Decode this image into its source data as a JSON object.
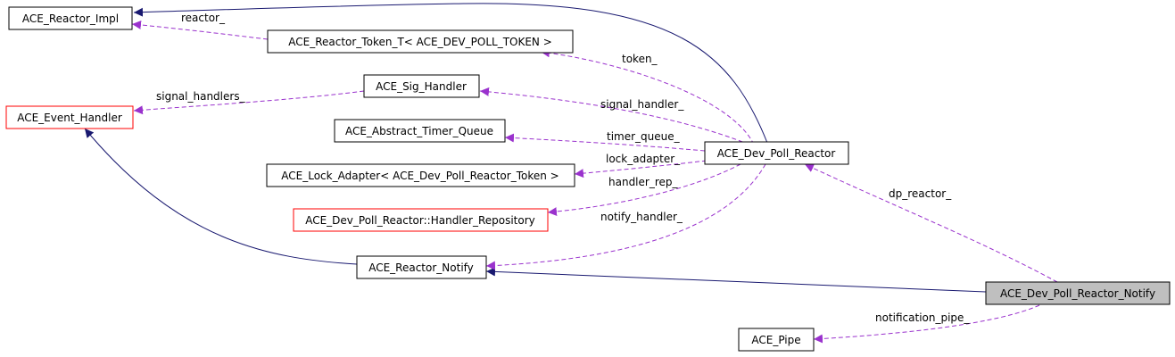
{
  "nodes": {
    "reactor_impl": "ACE_Reactor_Impl",
    "reactor_token": "ACE_Reactor_Token_T< ACE_DEV_POLL_TOKEN >",
    "sig_handler": "ACE_Sig_Handler",
    "event_handler": "ACE_Event_Handler",
    "timer_queue": "ACE_Abstract_Timer_Queue",
    "lock_adapter": "ACE_Lock_Adapter< ACE_Dev_Poll_Reactor_Token >",
    "handler_repo": "ACE_Dev_Poll_Reactor::Handler_Repository",
    "dev_poll_reactor": "ACE_Dev_Poll_Reactor",
    "reactor_notify": "ACE_Reactor_Notify",
    "dev_poll_notify": "ACE_Dev_Poll_Reactor_Notify",
    "pipe": "ACE_Pipe"
  },
  "edges": {
    "reactor": "reactor_",
    "token": "token_",
    "signal_handlers": "signal_handlers_",
    "signal_handler": "signal_handler_",
    "timer_queue": "timer_queue_",
    "lock_adapter": "lock_adapter_",
    "handler_rep": "handler_rep_",
    "notify_handler": "notify_handler_",
    "dp_reactor": "dp_reactor_",
    "notification_pipe": "notification_pipe_"
  },
  "colors": {
    "inheritance": "#191970",
    "usage": "#9a32cd",
    "incomplete_border": "#ff0000",
    "focus_fill": "#bfbfbf"
  }
}
